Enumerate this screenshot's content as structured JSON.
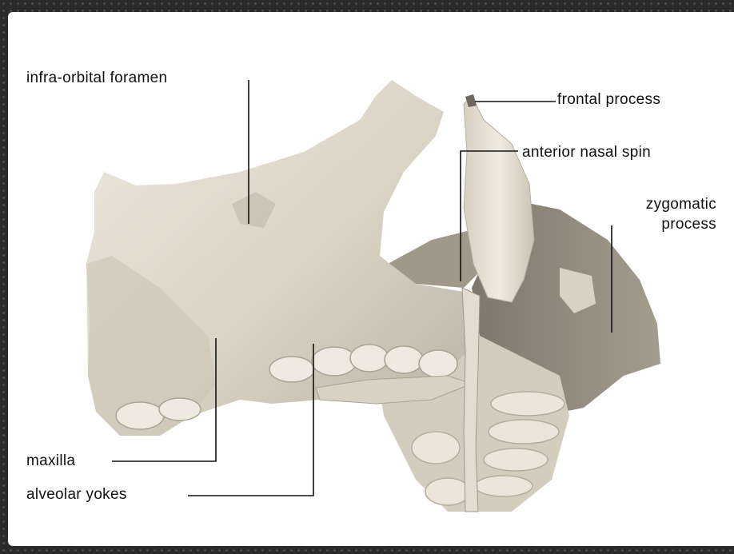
{
  "labels": {
    "infra_orbital_foramen": "infra-orbital foramen",
    "frontal_process": "frontal process",
    "anterior_nasal_spin": "anterior nasal spin",
    "zygomatic_process_line1": "zygomatic",
    "zygomatic_process_line2": "process",
    "maxilla": "maxilla",
    "alveolar_yokes": "alveolar yokes"
  },
  "colors": {
    "background": "#ffffff",
    "frame": "#2a2a2a",
    "bone_light": "#e6e1d4",
    "bone_mid": "#cfc9b8",
    "bone_shadow": "#8f8a7c",
    "leader_line": "#111111"
  }
}
